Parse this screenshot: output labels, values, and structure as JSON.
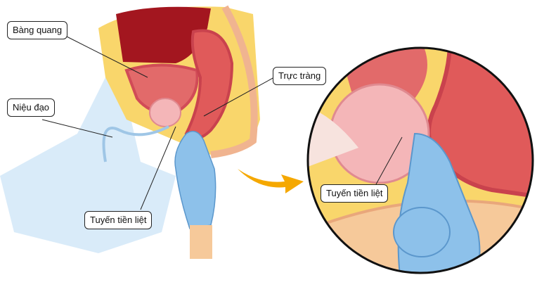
{
  "labels": {
    "bladder": "Bàng quang",
    "urethra": "Niệu đạo",
    "rectum": "Trực tràng",
    "prostate": "Tuyến tiền liệt",
    "prostate_zoom": "Tuyến tiền liệt"
  },
  "colors": {
    "fat": "#f9d66b",
    "muscle": "#e05a5a",
    "dark_red": "#a3161f",
    "pink": "#f4b6b8",
    "glove": "#8dc1ea",
    "skin": "#f6c99a",
    "arrow": "#f5a800"
  }
}
